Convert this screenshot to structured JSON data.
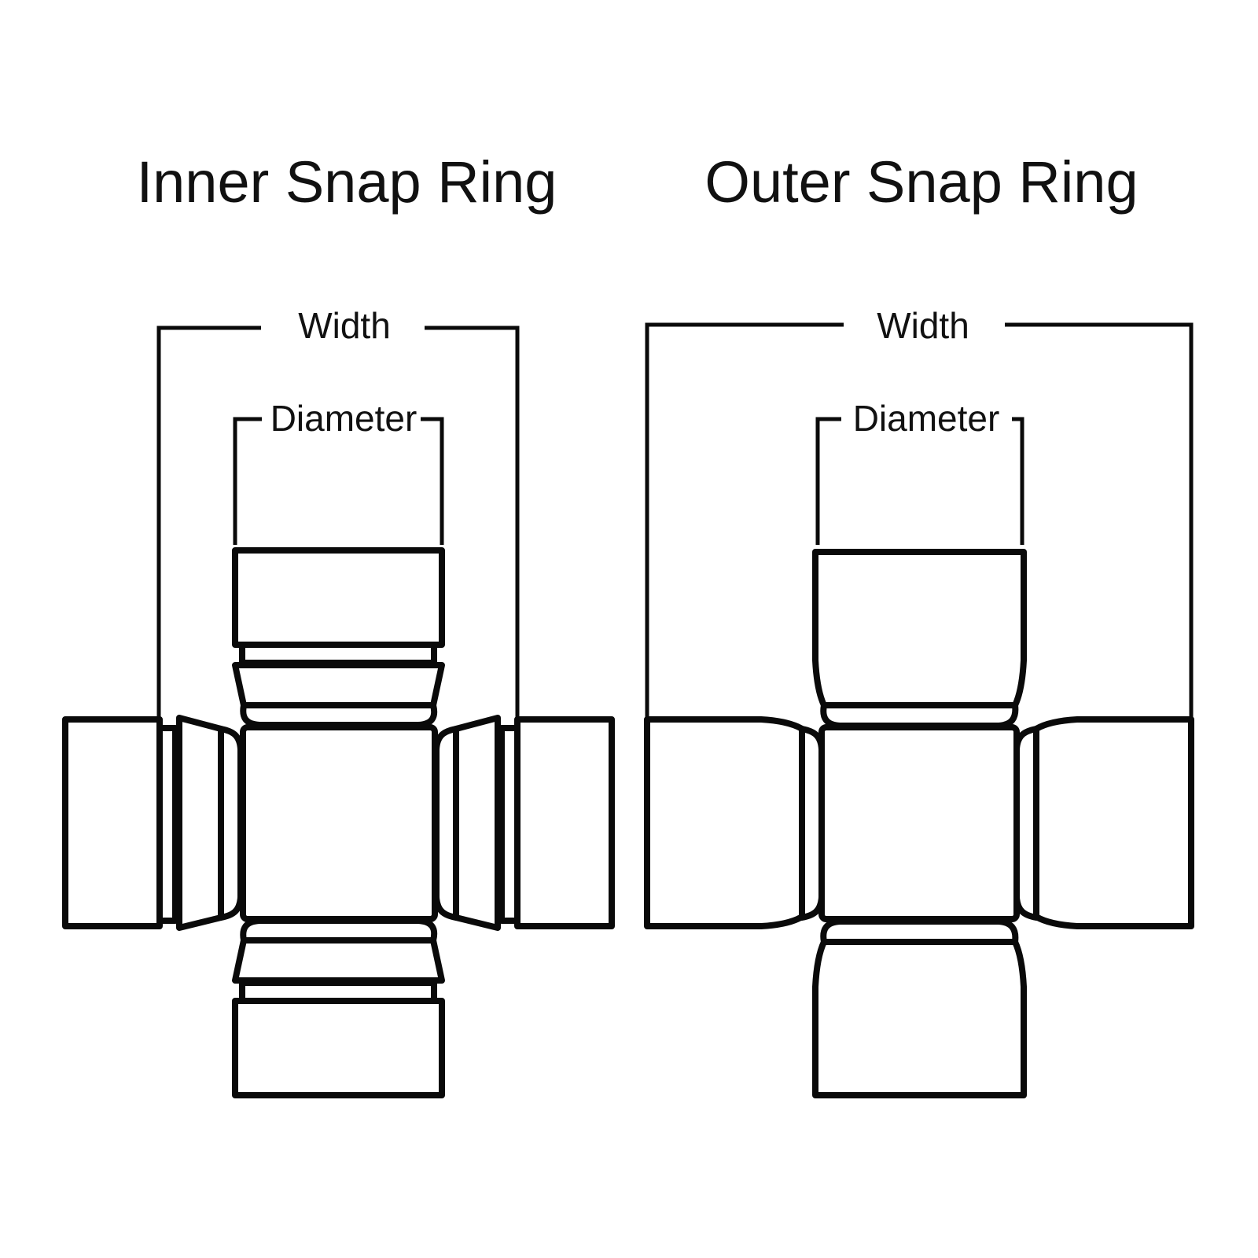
{
  "page": {
    "background_color": "#ffffff",
    "line_color": "#0a0a0a"
  },
  "diagrams": [
    {
      "id": "inner",
      "ring_type": "inner",
      "title": "Inner Snap Ring",
      "width_label": "Width",
      "diameter_label": "Diameter"
    },
    {
      "id": "outer",
      "ring_type": "outer",
      "title": "Outer Snap Ring",
      "width_label": "Width",
      "diameter_label": "Diameter"
    }
  ]
}
